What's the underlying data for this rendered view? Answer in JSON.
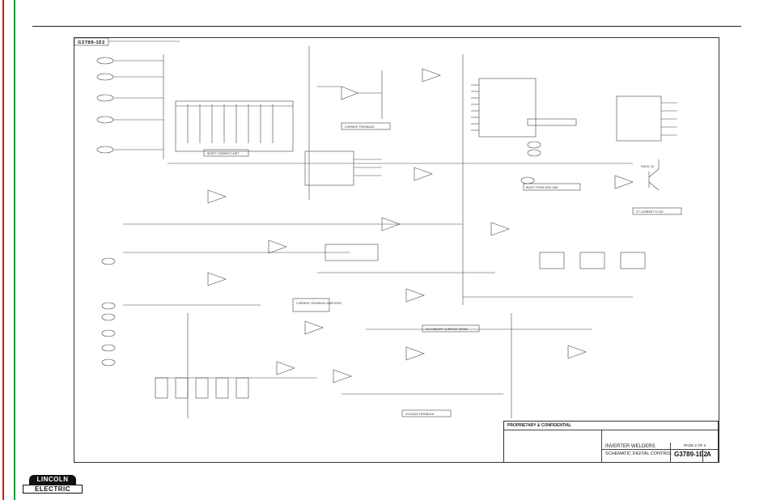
{
  "document": {
    "drawing_number_top": "G3789-1E2",
    "brand": {
      "logo_top": "LINCOLN",
      "logo_bottom": "ELECTRIC"
    }
  },
  "labels": {
    "reset_current_limit": "RESET CURRENT LIMIT",
    "voltage_feedback": "VOLTAGE FEEDBACK",
    "secondary_current_sense": "SECONDARY CURRENT SENSE",
    "current_feedback": "CURRENT FEEDBACK",
    "current_feedback_amp": "CURRENT FEEDBACK AMPLIFIER",
    "st_current_flow": "ST CURRENT FLOW",
    "pwm_in": "P.W.M. IN",
    "reset_from_dsp": "RESET FROM DSP LINE"
  },
  "title_block": {
    "proprietary": "PROPRIETARY & CONFIDENTIAL",
    "subject": "INVERTER WELDERS",
    "title": "SCHEMATIC DIGITAL CONTROL",
    "page": "PAGE 2 OF 2",
    "drawing_number": "G3789-1E2",
    "revision": "A"
  }
}
